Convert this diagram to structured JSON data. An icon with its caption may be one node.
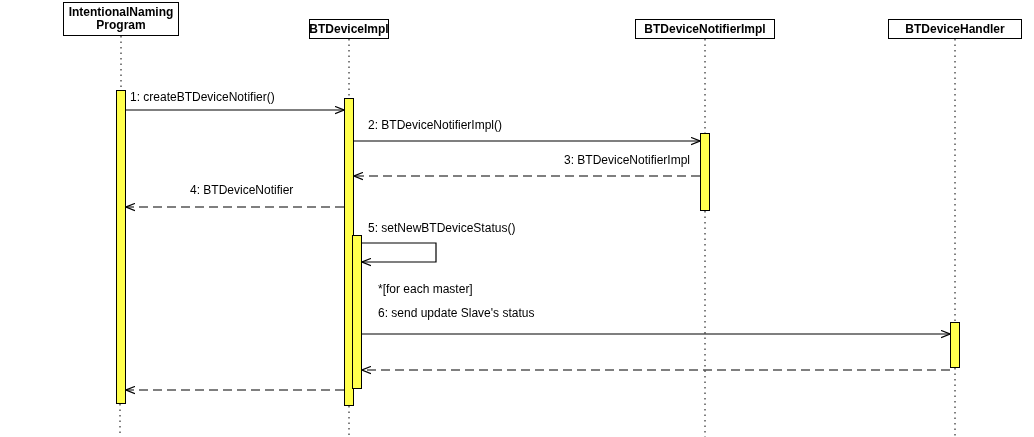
{
  "diagram": {
    "nodes": [
      {
        "text": [
          "IntentionalNaming Program"
        ]
      },
      {
        "text": [
          "BTDeviceImpl"
        ]
      },
      {
        "text": [
          "BTDeviceNotifierImpl"
        ]
      },
      {
        "text": [
          "BTDeviceHandler"
        ]
      },
      {
        "text": [],
        "shape": "bar"
      },
      {
        "text": [],
        "shape": "bar"
      },
      {
        "text": [],
        "shape": "bar"
      },
      {
        "text": [],
        "shape": "bar"
      },
      {
        "text": [],
        "shape": "bar"
      }
    ],
    "edges": [
      {
        "from": 0,
        "to": 4,
        "arrow": "none",
        "style": "dashed"
      },
      {
        "from": 1,
        "to": 5,
        "arrow": "none",
        "style": "dashed"
      },
      {
        "from": 2,
        "to": 6,
        "arrow": "none",
        "style": "dashed"
      },
      {
        "from": 3,
        "to": 8,
        "arrow": "none",
        "style": "dashed"
      },
      {
        "from": 4,
        "to": 5,
        "arrow": "to",
        "label": "1: createBTDeviceNotifier()"
      },
      {
        "from": 5,
        "to": 6,
        "arrow": "to",
        "label": "2: BTDeviceNotifierImpl()"
      },
      {
        "from": 6,
        "to": 5,
        "arrow": "to",
        "label": "3: BTDeviceNotifierImpl",
        "style": "dashed"
      },
      {
        "from": 5,
        "to": 4,
        "arrow": "to",
        "label": "4: BTDeviceNotifier",
        "style": "dashed"
      },
      {
        "from": 5,
        "to": 7,
        "arrow": "to",
        "label": "5: setNewBTDeviceStatus()"
      },
      {
        "from": 7,
        "to": 8,
        "arrow": "to",
        "label": "6: send update Slave's status"
      },
      {
        "from": 8,
        "to": 7,
        "arrow": "to",
        "style": "dashed"
      },
      {
        "from": 5,
        "to": 4,
        "arrow": "to",
        "style": "dashed"
      }
    ],
    "labels": [
      "*[for each master]"
    ]
  }
}
